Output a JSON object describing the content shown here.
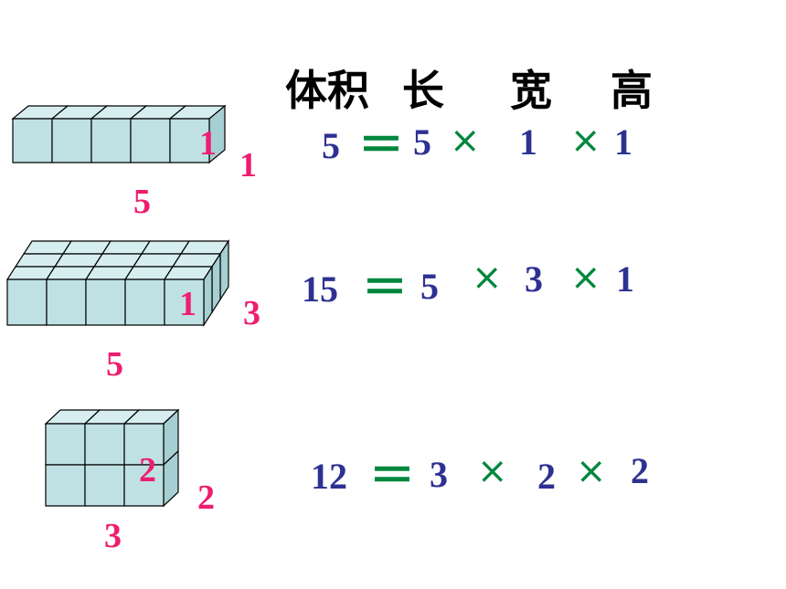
{
  "colors": {
    "number": "#2e3192",
    "operator": "#00873c",
    "dimension": "#ee1d6f",
    "cube_face": "#bfe1e4",
    "cube_top": "#d6eef0",
    "cube_side": "#a6cfd3"
  },
  "header": {
    "volume": "体积",
    "length": "长",
    "width": "宽",
    "height": "高"
  },
  "rows": [
    {
      "volume": "5",
      "eq": "＝",
      "length": "5",
      "times1": "×",
      "width": "1",
      "times2": "×",
      "height": "1",
      "dims": {
        "front": "1",
        "side": "1",
        "bottom": "5"
      }
    },
    {
      "volume": "15",
      "eq": "＝",
      "length": "5",
      "times1": "×",
      "width": "3",
      "times2": "×",
      "height": "1",
      "dims": {
        "front": "1",
        "side": "3",
        "bottom": "5"
      }
    },
    {
      "volume": "12",
      "eq": "＝",
      "length": "3",
      "times1": "×",
      "width": "2",
      "times2": "×",
      "height": "2",
      "dims": {
        "front": "2",
        "side": "2",
        "bottom": "3"
      }
    }
  ]
}
